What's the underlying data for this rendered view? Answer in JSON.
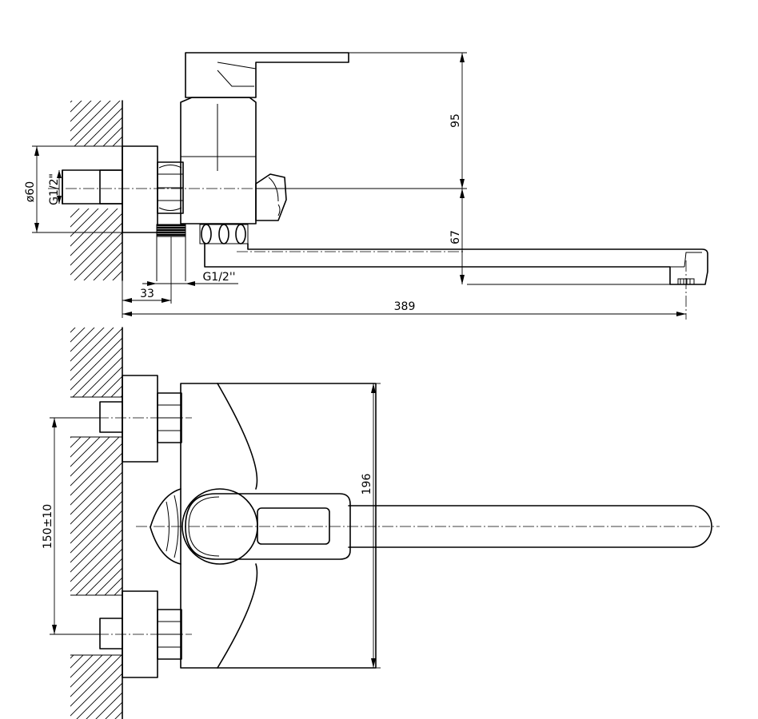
{
  "dimensions": {
    "height_handle": "95",
    "height_spout": "67",
    "overall_length": "389",
    "wall_offset": "33",
    "flange_diameter": "ø60",
    "thread_wall": "G1/2\"",
    "thread_outlet": "G1/2''",
    "depth_top_view": "196",
    "inlet_spacing": "150±10"
  }
}
